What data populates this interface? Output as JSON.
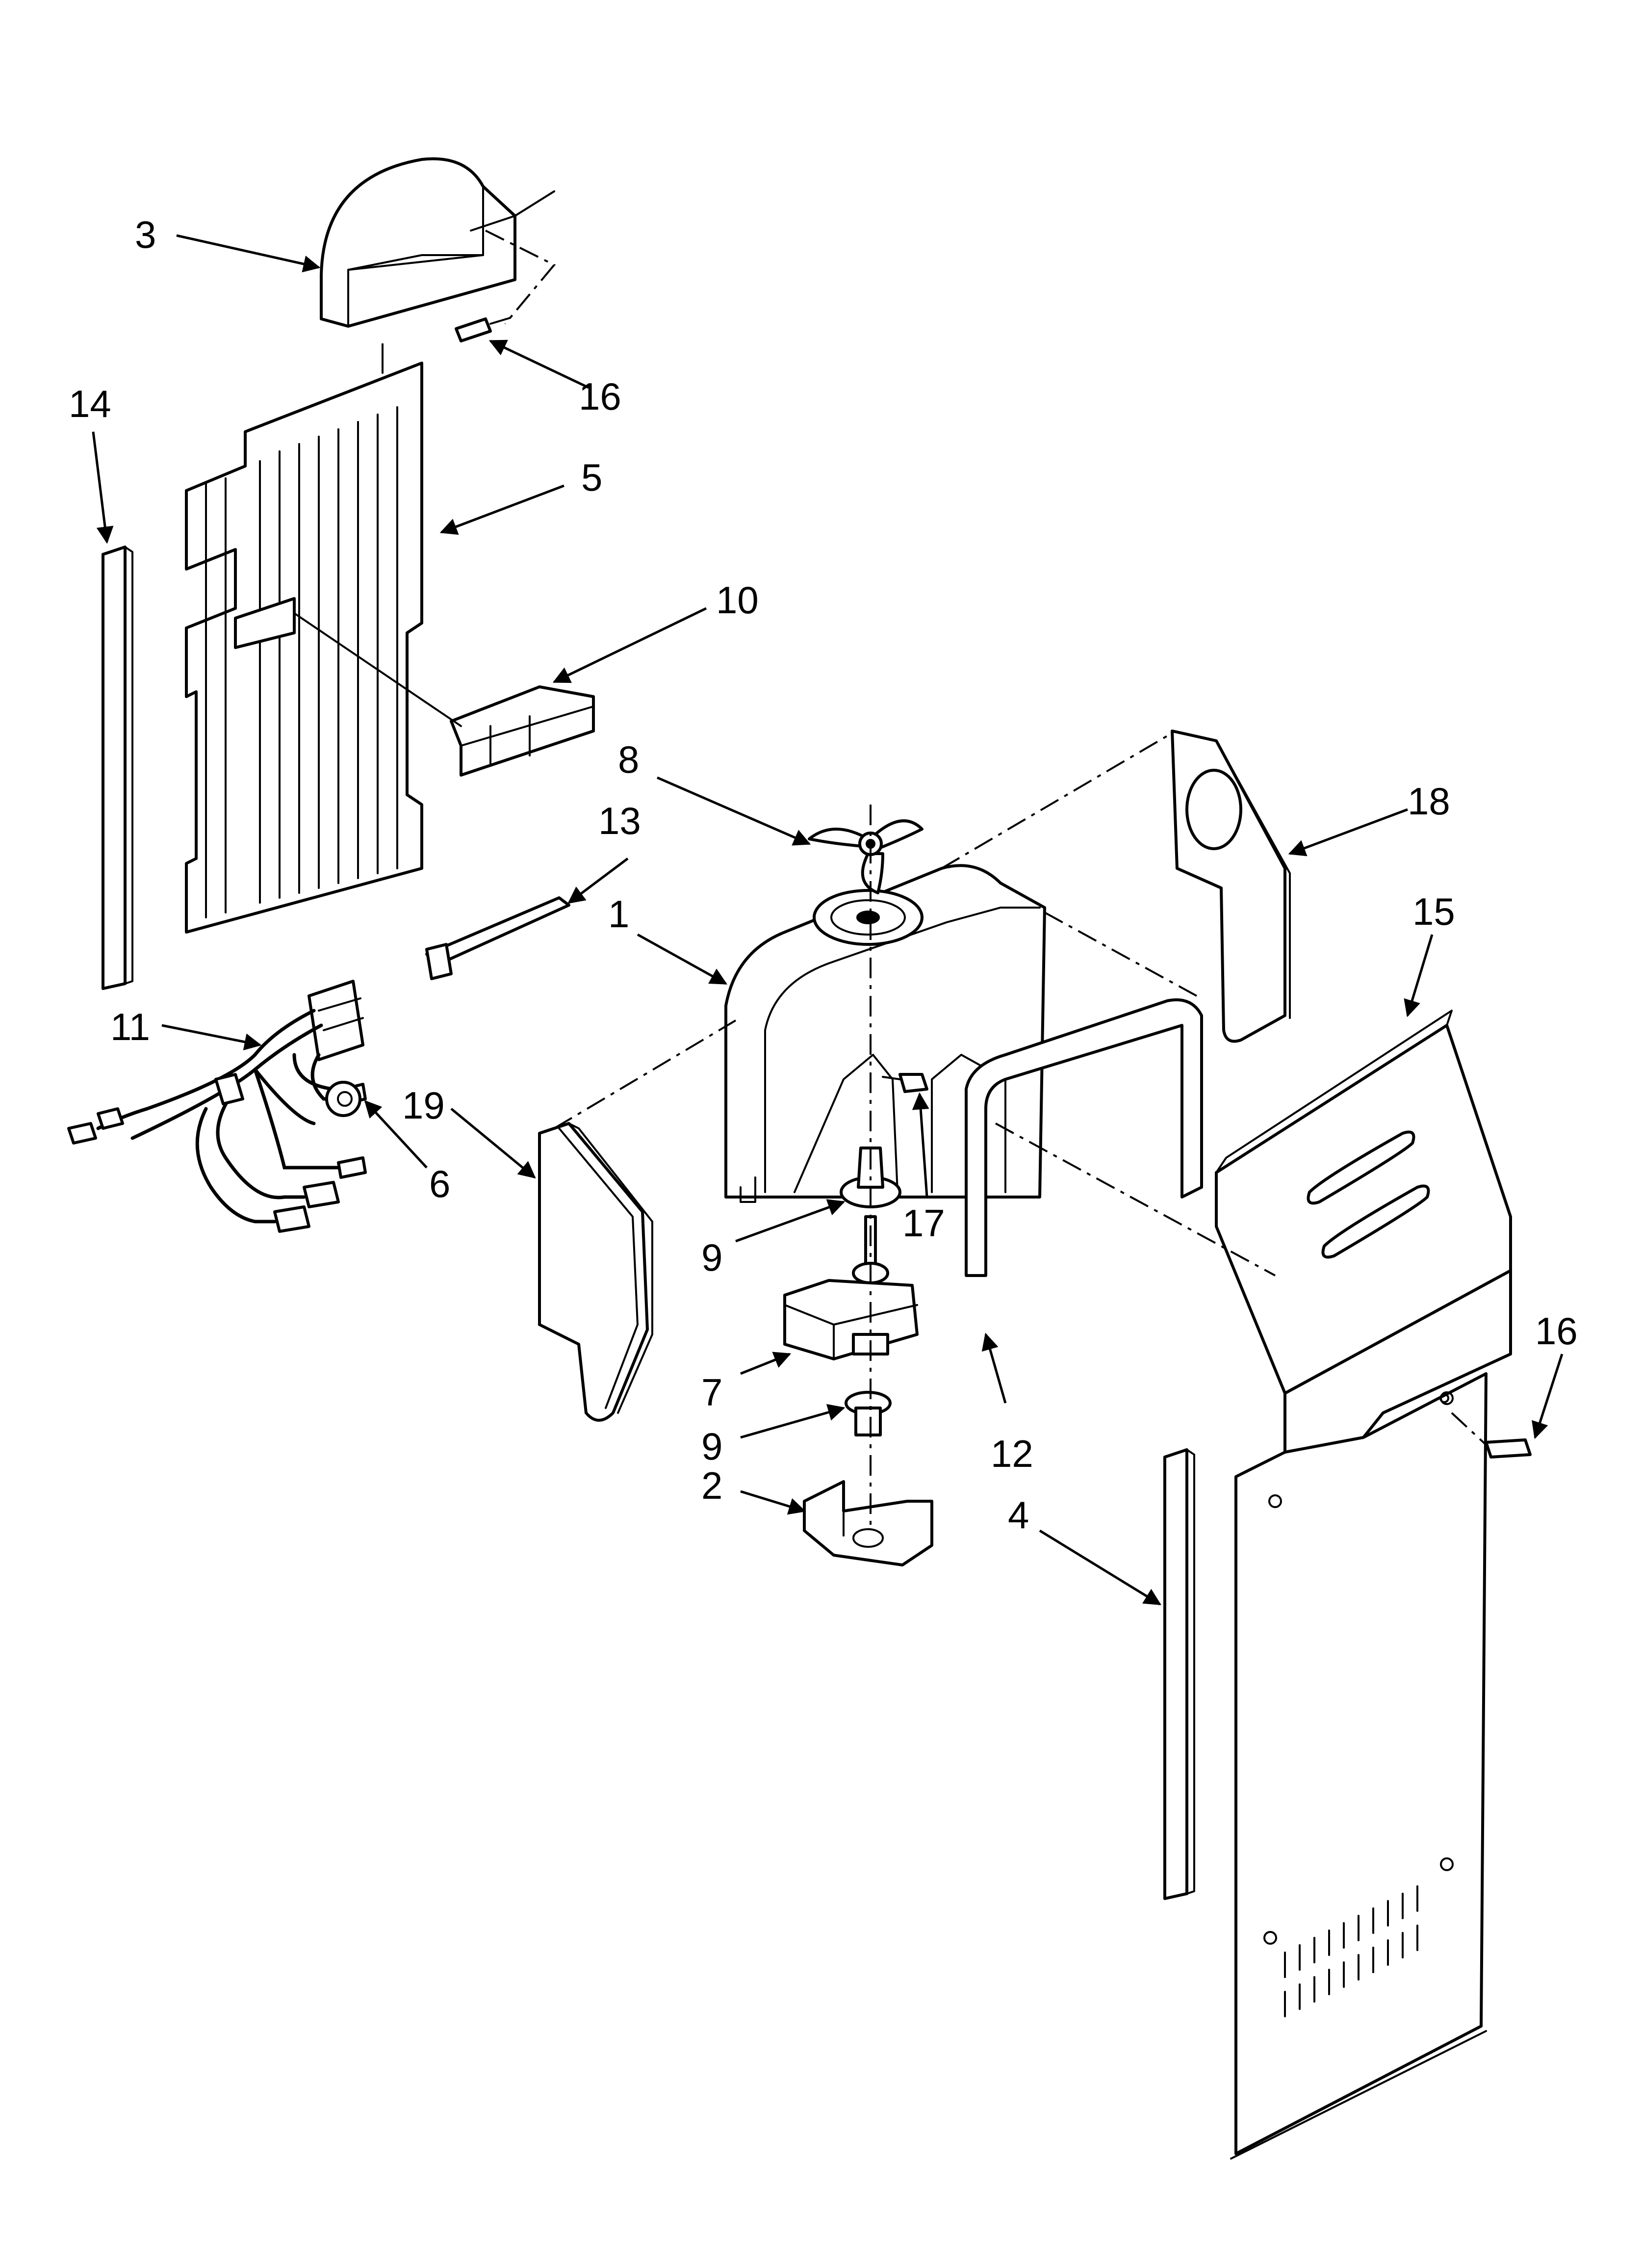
{
  "diagram": {
    "callouts": [
      {
        "id": "c3",
        "label": "3"
      },
      {
        "id": "c16a",
        "label": "16"
      },
      {
        "id": "c14",
        "label": "14"
      },
      {
        "id": "c5",
        "label": "5"
      },
      {
        "id": "c10",
        "label": "10"
      },
      {
        "id": "c8",
        "label": "8"
      },
      {
        "id": "c18",
        "label": "18"
      },
      {
        "id": "c13",
        "label": "13"
      },
      {
        "id": "c1",
        "label": "1"
      },
      {
        "id": "c15",
        "label": "15"
      },
      {
        "id": "c11",
        "label": "11"
      },
      {
        "id": "c19",
        "label": "19"
      },
      {
        "id": "c6",
        "label": "6"
      },
      {
        "id": "c17",
        "label": "17"
      },
      {
        "id": "c9a",
        "label": "9"
      },
      {
        "id": "c16b",
        "label": "16"
      },
      {
        "id": "c7",
        "label": "7"
      },
      {
        "id": "c9b",
        "label": "9"
      },
      {
        "id": "c12",
        "label": "12"
      },
      {
        "id": "c2",
        "label": "2"
      },
      {
        "id": "c4",
        "label": "4"
      }
    ]
  }
}
